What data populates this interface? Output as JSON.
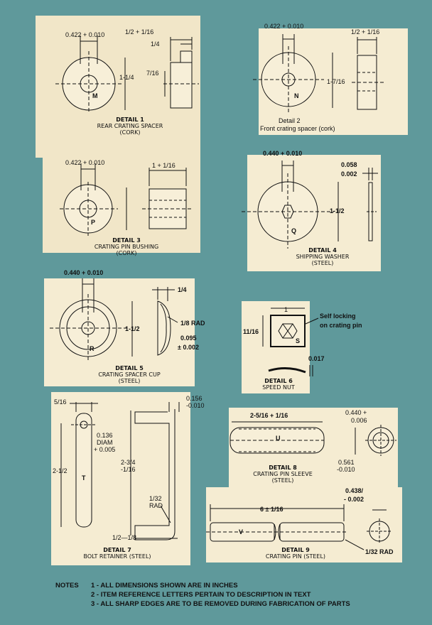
{
  "details": [
    {
      "id": "d1",
      "title": "DETAIL 1",
      "line1": "REAR CRATING SPACER",
      "line2": "(CORK)",
      "letter": "M",
      "dims": {
        "bore": "0.422 + 0.010",
        "thick": "1/2 + 1/16",
        "step": "1/4",
        "dia": "1-1/4",
        "hub": "7/16"
      }
    },
    {
      "id": "d2",
      "title": "Detail 2",
      "line1": "Front crating spacer  (cork)",
      "letter": "N",
      "dims": {
        "bore": "0.422 + 0.010",
        "thick": "1/2 + 1/16",
        "dia": "1-7/16"
      }
    },
    {
      "id": "d3",
      "title": "DETAIL 3",
      "line1": "CRATING PIN BUSHING",
      "line2": "(CORK)",
      "letter": "P",
      "dims": {
        "bore": "0.422 + 0.010",
        "len": "1 + 1/16"
      }
    },
    {
      "id": "d4",
      "title": "DETAIL 4",
      "line1": "SHIPPING WASHER",
      "line2": "(STEEL)",
      "letter": "Q",
      "dims": {
        "bore": "0.440 + 0.010",
        "t1": "0.058",
        "t2": "0.002",
        "dia": "1-1/2"
      }
    },
    {
      "id": "d5",
      "title": "DETAIL 5",
      "line1": "CRATING SPACER CUP",
      "line2": "(STEEL)",
      "letter": "R",
      "dims": {
        "bore": "0.440 + 0.010",
        "depth": "1/4",
        "rad": "1/8 RAD",
        "dia": "1-1/2",
        "t1": "0.095",
        "t2": "± 0.002"
      }
    },
    {
      "id": "d6",
      "title": "DETAIL 6",
      "line1": "SPEED NUT",
      "letter": "S",
      "dims": {
        "w": "1",
        "h": "11/16",
        "note1": "Self locking",
        "note2": "on crating pin",
        "t": "0.017"
      }
    },
    {
      "id": "d7",
      "title": "DETAIL 7",
      "line1": "BOLT RETAINER (STEEL)",
      "letter": "T",
      "dims": {
        "top": "5/16",
        "wire1": "0.156",
        "wire2": "-0.010",
        "hole1": "0.136",
        "hole2": "DIAM",
        "hole3": "+ 0.005",
        "len": "2-1/2",
        "leg1": "2-3/4",
        "leg2": "-1/16",
        "rad1": "1/32",
        "rad2": "RAD",
        "foot": "1/2—1/8"
      }
    },
    {
      "id": "d8",
      "title": "DETAIL 8",
      "line1": "CRATING PIN SLEEVE",
      "line2": "(STEEL)",
      "letter": "U",
      "dims": {
        "len": "2-5/16 + 1/16",
        "od1": "0.440 +",
        "od2": "0.006",
        "id1": "0.561",
        "id2": "-0.010"
      }
    },
    {
      "id": "d9",
      "title": "DETAIL 9",
      "line1": "CRATING PIN (STEEL)",
      "letter": "V",
      "dims": {
        "len": "6 ± 1/16",
        "dia1": "0.438/",
        "dia2": "- 0.002",
        "rad": "1/32 RAD"
      }
    }
  ],
  "notes": {
    "label": "NOTES",
    "items": [
      "1 - ALL DIMENSIONS SHOWN ARE IN INCHES",
      "2 - ITEM REFERENCE LETTERS PERTAIN TO DESCRIPTION IN TEXT",
      "3 - ALL SHARP EDGES ARE TO BE REMOVED DURING FABRICATION OF PARTS"
    ]
  },
  "colors": {
    "background": "#5f999b",
    "paper": "#f1e6c8",
    "ink": "#111111"
  }
}
